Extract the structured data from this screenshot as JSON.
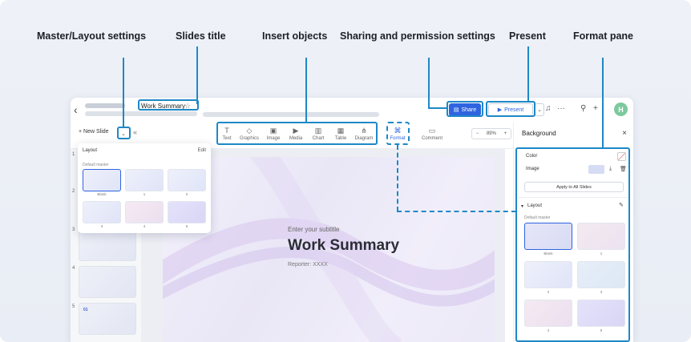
{
  "callouts": {
    "master_layout": "Master/Layout settings",
    "slides_title": "Slides title",
    "insert_objects": "Insert objects",
    "sharing": "Sharing and permission settings",
    "present": "Present",
    "format_pane": "Format pane"
  },
  "topbar": {
    "doc_title": "Work Summary",
    "share_label": "Share",
    "present_label": "Present",
    "avatar_initial": "H",
    "more_label": "···"
  },
  "toolbar": {
    "new_slide_label": "+ New Slide",
    "tools": [
      {
        "label": "Text",
        "icon": "T"
      },
      {
        "label": "Graphics",
        "icon": "◇"
      },
      {
        "label": "Image",
        "icon": "▣"
      },
      {
        "label": "Media",
        "icon": "▶"
      },
      {
        "label": "Chart",
        "icon": "▥"
      },
      {
        "label": "Table",
        "icon": "▦"
      },
      {
        "label": "Diagram",
        "icon": "⋔"
      },
      {
        "label": "Format",
        "icon": "⌘"
      },
      {
        "label": "Comment",
        "icon": "▭"
      }
    ],
    "zoom": "89%"
  },
  "layout_popup": {
    "title": "Layout",
    "edit_label": "Edit",
    "subtitle": "Default master",
    "captions": [
      "Blank",
      "1",
      "2",
      "3",
      "4",
      "5"
    ]
  },
  "thumbnails": {
    "numbers": [
      "1",
      "2",
      "3",
      "4",
      "5"
    ],
    "slide5_text": "01"
  },
  "slide": {
    "subtitle": "Enter your subtitle",
    "title": "Work Summary",
    "reporter": "Reporter: XXXX"
  },
  "format_pane": {
    "title": "Background",
    "close": "×",
    "color_label": "Color",
    "image_label": "Image",
    "apply_label": "Apply to All Slides",
    "layout_label": "Layout",
    "default_master": "Default master",
    "captions": [
      "Blank",
      "1",
      "2",
      "3",
      "4",
      "5"
    ]
  },
  "colors": {
    "accent": "#1e88c7",
    "primary_button": "#2f64e0",
    "avatar": "#7cc99d"
  }
}
